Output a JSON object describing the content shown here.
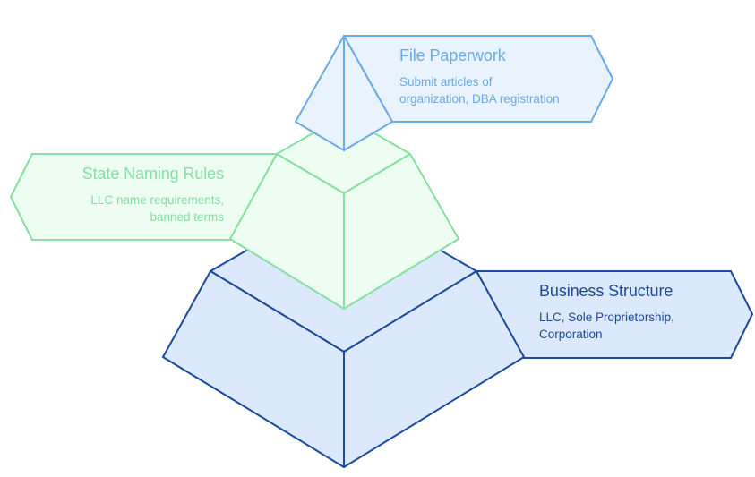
{
  "diagram": {
    "type": "layered-pyramid",
    "levels": [
      {
        "id": "top",
        "title": "File Paperwork",
        "description_lines": [
          "Submit articles of",
          "organization, DBA registration"
        ],
        "colors": {
          "stroke": "#6aaae8",
          "fill": "#e8f3fe",
          "text": "#6aaae8"
        }
      },
      {
        "id": "middle",
        "title": "State Naming Rules",
        "description_lines": [
          "LLC name requirements,",
          "banned terms"
        ],
        "colors": {
          "stroke": "#86e0a2",
          "fill": "#edfdf2",
          "text": "#86e0a2"
        }
      },
      {
        "id": "bottom",
        "title": "Business Structure",
        "description_lines": [
          "LLC, Sole Proprietorship,",
          "Corporation"
        ],
        "colors": {
          "stroke": "#1a4b9c",
          "fill": "#dce8fc",
          "text": "#1a4b9c"
        }
      }
    ]
  }
}
